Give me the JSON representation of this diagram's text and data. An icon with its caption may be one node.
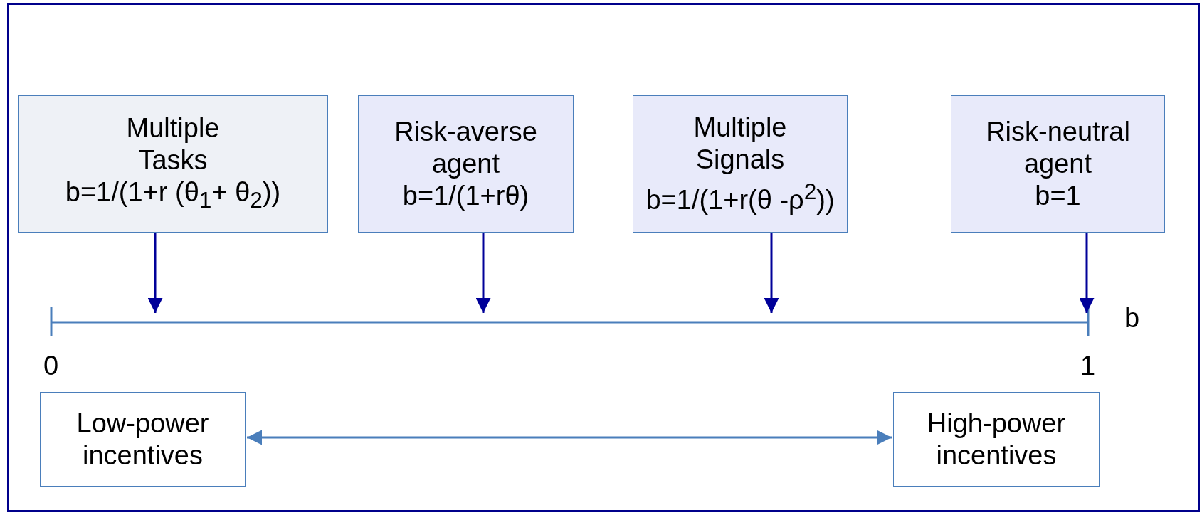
{
  "diagram": {
    "nodes": [
      {
        "text": [
          "Multiple Tasks",
          "b=1/(1+r (θ$_{1}$+ θ$_{2}$))"
        ]
      },
      {
        "text": [
          "Risk-averse agent",
          "b=1/(1+rθ)"
        ]
      },
      {
        "text": [
          "Multiple Signals",
          "b=1/(1+r(θ -ρ$^{2}$))"
        ]
      },
      {
        "text": [
          "Risk-neutral agent",
          "b=1"
        ]
      },
      {
        "text": [
          "Low-power incentives"
        ]
      },
      {
        "text": [
          "High-power incentives"
        ]
      },
      {
        "text": [],
        "shape": "line"
      }
    ],
    "edges": [
      {
        "from": 0,
        "to": 6,
        "arrow": "to"
      },
      {
        "from": 1,
        "to": 6,
        "arrow": "to"
      },
      {
        "from": 2,
        "to": 6,
        "arrow": "to"
      },
      {
        "from": 3,
        "to": 6,
        "arrow": "to"
      },
      {
        "from": 4,
        "to": 5,
        "arrow": "both",
        "color": "#4a7ebb"
      }
    ],
    "labels": [
      "b",
      "0",
      "1"
    ]
  }
}
